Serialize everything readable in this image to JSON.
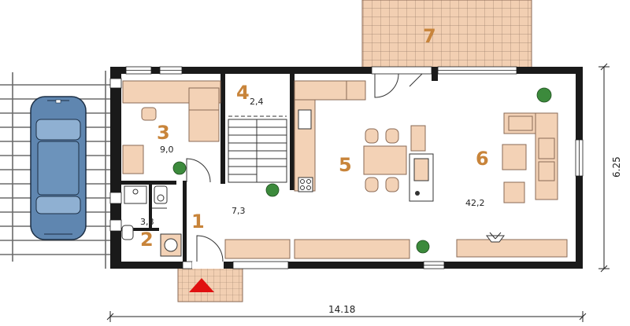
{
  "colors": {
    "wall": "#1a1a1a",
    "furniture": "#f3d2b6",
    "furniture_stroke": "#8a6a55",
    "label": "#c8843a",
    "terrace_tile": "#f2cfb2",
    "car_body": "#5f86b0",
    "carport": "#6b6b6b",
    "plant": "#3c8a3c",
    "entrance_arrow": "#e01010"
  },
  "rooms": [
    {
      "number": "1",
      "area": "7,3"
    },
    {
      "number": "2",
      "area": "3,8"
    },
    {
      "number": "3",
      "area": "9,0"
    },
    {
      "number": "4",
      "area": "2,4"
    },
    {
      "number": "5",
      "area": ""
    },
    {
      "number": "6",
      "area": "42,2"
    },
    {
      "number": "7",
      "area": ""
    }
  ],
  "dimensions": {
    "total_width": "14.18",
    "total_depth": "6.25"
  },
  "icons": [
    "car-icon",
    "plant-icon",
    "entrance-arrow-icon",
    "tv-icon"
  ]
}
